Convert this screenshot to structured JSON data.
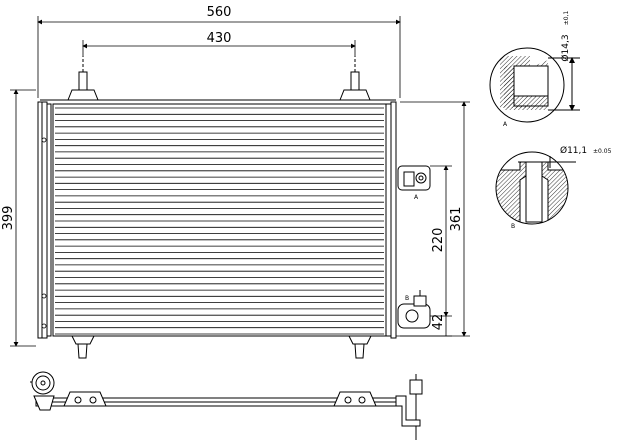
{
  "dimensions": {
    "total_width": "560",
    "bracket_spacing": "430",
    "total_height": "399",
    "core_height": "361",
    "lower_height": "220",
    "bottom_offset": "42"
  },
  "details": {
    "a_label": "A",
    "b_label": "B",
    "a_diameter": "Ø14,3",
    "a_tolerance": "±0,1",
    "b_diameter": "Ø11,1",
    "b_tolerance": "±0.05"
  },
  "colors": {
    "line": "#000000",
    "background": "#ffffff"
  }
}
